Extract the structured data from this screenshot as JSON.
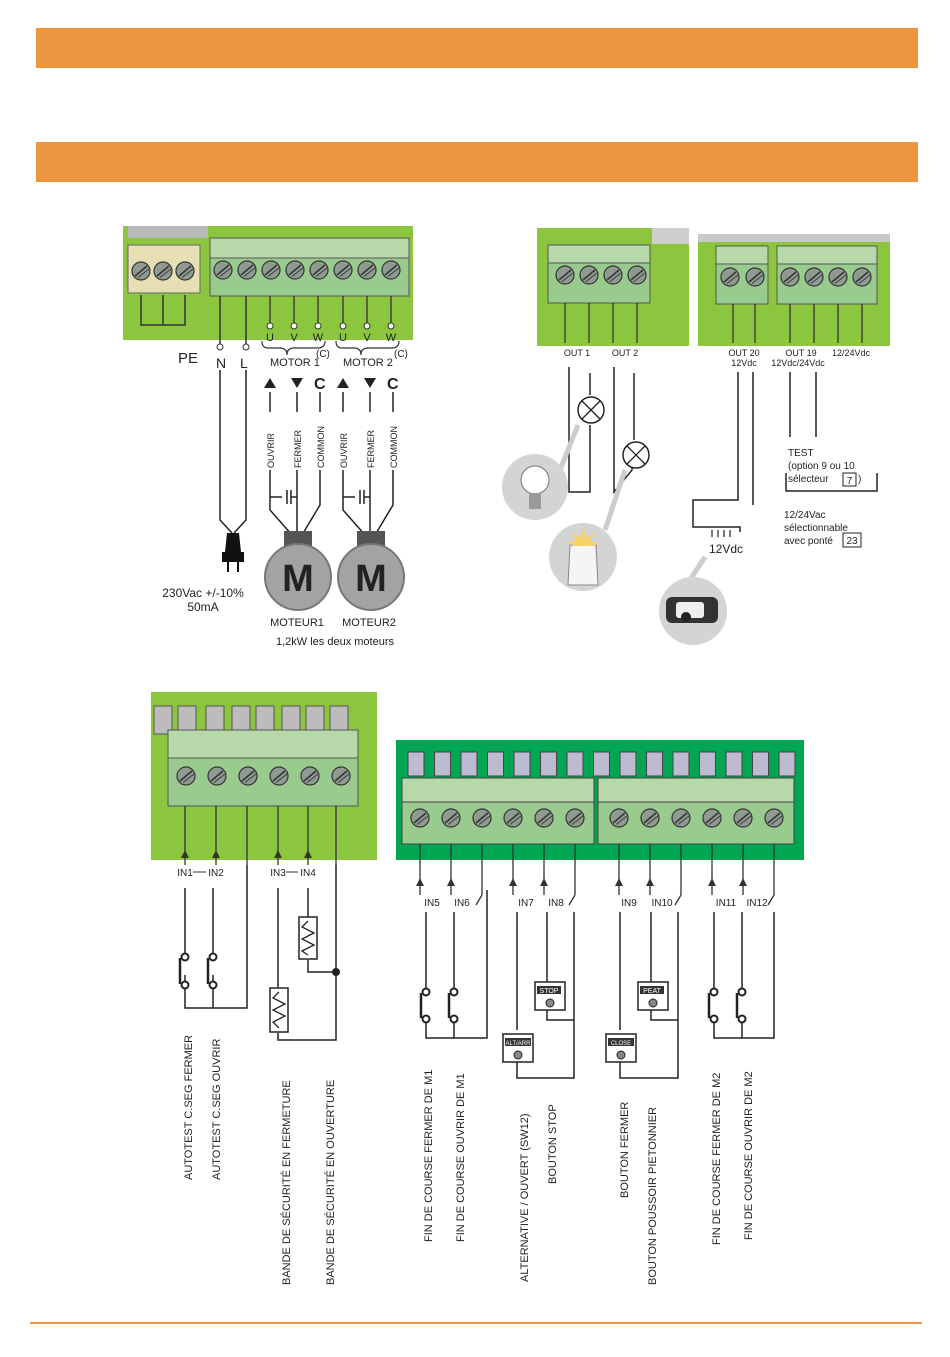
{
  "colors": {
    "accent": "#EE9540",
    "board": "#8CC63F",
    "board_dark": "#00A651",
    "terminal": "#9ACB8E",
    "wire": "#222222"
  },
  "panel_a": {
    "pe": "PE",
    "n": "N",
    "l": "L",
    "uvw": [
      "U",
      "V",
      "W",
      "U",
      "V",
      "W"
    ],
    "motor1": "MOTOR 1",
    "motor2": "MOTOR 2",
    "c_mark": "(C)",
    "c_big": "C",
    "wire_labels": [
      "OUVRIR",
      "FERMER",
      "COMMON",
      "OUVRIR",
      "FERMER",
      "COMMON"
    ],
    "m": "M",
    "supply_line1": "230Vac +/-10%",
    "supply_line2": "50mA",
    "moteur1": "MOTEUR1",
    "moteur2": "MOTEUR2",
    "power_note": "1,2kW les deux moteurs"
  },
  "panel_b": {
    "out1": "OUT 1",
    "out2": "OUT 2",
    "out20": "OUT 20",
    "out20_v": "12Vdc",
    "out19": "OUT 19",
    "out19_v": "12Vdc/24Vdc",
    "out_1224": "12/24Vdc",
    "twelve_vdc": "12Vdc",
    "test_l1": "TEST",
    "test_l2": "(option 9 ou 10",
    "test_l3": "sélecteur",
    "test_box": "7",
    "test_close": ")",
    "sel_l1": "12/24Vac",
    "sel_l2": "sélectionnable",
    "sel_l3": "avec ponté",
    "sel_box": "23"
  },
  "panel_c": {
    "in_labels": [
      "IN1",
      "IN2",
      "IN3",
      "IN4"
    ],
    "descs": [
      "AUTOTEST C.SEG FERMER",
      "AUTOTEST C.SEG OUVRIR",
      "BANDE DE SÉCURITÉ EN FERMETURE",
      "BANDE DE SÉCURITÉ EN OUVERTURE"
    ]
  },
  "panel_d": {
    "in_labels": [
      "IN5",
      "IN6",
      "IN7",
      "IN8",
      "IN9",
      "IN10",
      "IN11",
      "IN12"
    ],
    "btn_stop": "STOP",
    "btn_ped": "PEAT",
    "btn_alt": "ALT/ARR",
    "btn_close": "CLOSE",
    "descs": [
      "FIN DE COURSE FERMER DE M1",
      "FIN DE COURSE OUVRIR DE M1",
      "ALTERNATIVE / OUVERT (SW12)",
      "BOUTON STOP",
      "BOUTON FERMER",
      "BOUTON POUSSOIR PIETONNIER",
      "FIN DE COURSE FERMER DE M2",
      "FIN DE COURSE OUVRIR DE M2"
    ]
  }
}
